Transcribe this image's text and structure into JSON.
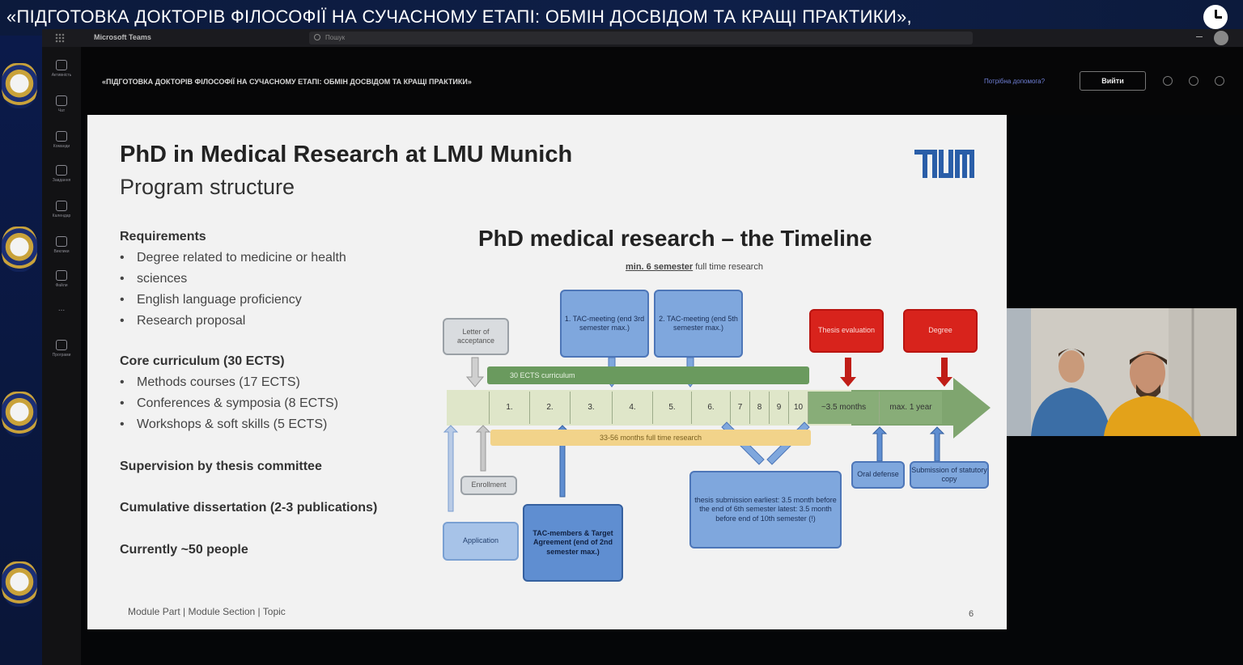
{
  "broadcast": {
    "title": "«ПІДГОТОВКА ДОКТОРІВ ФІЛОСОФІЇ НА СУЧАСНОМУ ЕТАПІ: ОБМІН ДОСВІДОМ ТА КРАЩІ ПРАКТИКИ»,",
    "clock_icon": "clock-icon"
  },
  "teams": {
    "app_name": "Microsoft Teams",
    "search_placeholder": "Пошук",
    "rail_items": [
      {
        "label": "Активність",
        "icon": "bell-icon"
      },
      {
        "label": "Чат",
        "icon": "chat-icon"
      },
      {
        "label": "Команди",
        "icon": "teams-icon"
      },
      {
        "label": "Завдання",
        "icon": "assignments-icon"
      },
      {
        "label": "Календар",
        "icon": "calendar-icon"
      },
      {
        "label": "Виклики",
        "icon": "phone-icon"
      },
      {
        "label": "Файли",
        "icon": "file-icon"
      },
      {
        "label": "...",
        "icon": "more-icon"
      },
      {
        "label": "Програми",
        "icon": "apps-icon"
      }
    ],
    "meeting_title": "«ПІДГОТОВКА ДОКТОРІВ ФІЛОСОФІЇ НА СУЧАСНОМУ ЕТАПІ: ОБМІН ДОСВІДОМ ТА КРАЩІ ПРАКТИКИ»",
    "help_link": "Потрібна допомога?",
    "leave_label": "Вийти"
  },
  "slide": {
    "title": "PhD in Medical Research at LMU Munich",
    "subtitle": "Program structure",
    "logo_text": "TUM",
    "requirements_heading": "Requirements",
    "requirements": [
      "Degree related to medicine or health",
      "sciences",
      "English language proficiency",
      "Research proposal"
    ],
    "core_heading": "Core curriculum (30 ECTS)",
    "core_items": [
      "Methods courses (17 ECTS)",
      "Conferences & symposia (8 ECTS)",
      "Workshops & soft skills (5 ECTS)"
    ],
    "supervision": "Supervision by thesis committee",
    "dissertation": "Cumulative dissertation (2-3 publications)",
    "currently": "Currently ~50 people",
    "footer": "Module Part | Module Section | Topic",
    "page_number": "6",
    "timeline": {
      "title": "PhD medical research – the Timeline",
      "subtitle_bold": "min. 6 semester",
      "subtitle_rest": " full time research",
      "letter": "Letter of acceptance",
      "tac1": "1. TAC-meeting (end 3rd semester max.)",
      "tac2": "2. TAC-meeting (end 5th semester max.)",
      "thesis_eval": "Thesis evaluation",
      "degree": "Degree",
      "curriculum_bar": "30 ECTS curriculum",
      "semesters": [
        "1.",
        "2.",
        "3.",
        "4.",
        "5.",
        "6.",
        "7",
        "8",
        "9",
        "10"
      ],
      "after_months": "~3.5 months",
      "after_year": "max. 1 year",
      "research_bar": "33-56 months full time research",
      "enrollment": "Enrollment",
      "application": "Application",
      "tac_members": "TAC-members & Target Agreement (end of 2nd semester max.)",
      "thesis_submission": "thesis submission earliest: 3.5 month before the end of 6th semester latest: 3.5 month before end of 10th semester (!)",
      "oral_defense": "Oral defense",
      "submission_copy": "Submission of statutory copy"
    }
  },
  "colors": {
    "green_arrow": "#7fa56f",
    "blue_box": "#7fa7dd",
    "red_box": "#d8231c",
    "tum_blue": "#2a5ea8"
  }
}
